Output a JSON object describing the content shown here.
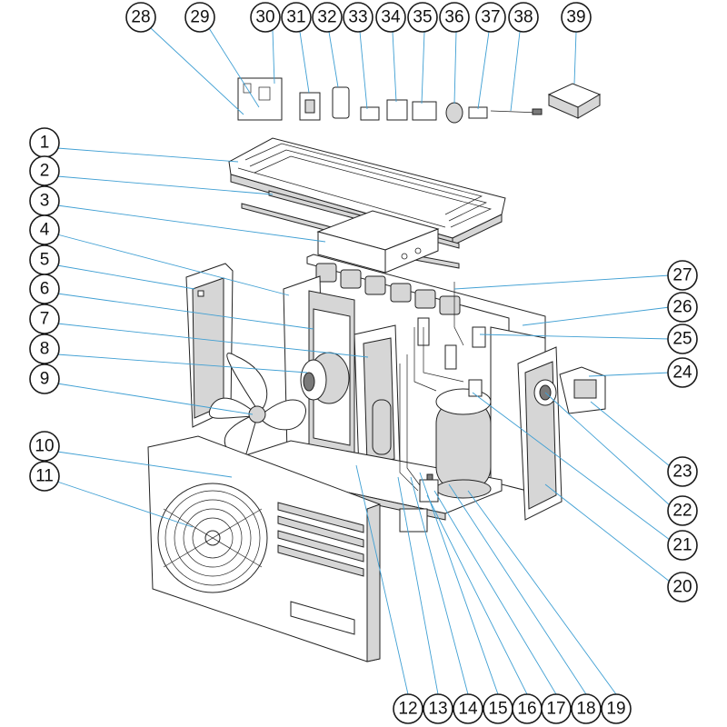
{
  "diagram": {
    "callouts": [
      {
        "id": "c1",
        "label": "1"
      },
      {
        "id": "c2",
        "label": "2"
      },
      {
        "id": "c3",
        "label": "3"
      },
      {
        "id": "c4",
        "label": "4"
      },
      {
        "id": "c5",
        "label": "5"
      },
      {
        "id": "c6",
        "label": "6"
      },
      {
        "id": "c7",
        "label": "7"
      },
      {
        "id": "c8",
        "label": "8"
      },
      {
        "id": "c9",
        "label": "9"
      },
      {
        "id": "c10",
        "label": "10"
      },
      {
        "id": "c11",
        "label": "11"
      },
      {
        "id": "c12",
        "label": "12"
      },
      {
        "id": "c13",
        "label": "13"
      },
      {
        "id": "c14",
        "label": "14"
      },
      {
        "id": "c15",
        "label": "15"
      },
      {
        "id": "c16",
        "label": "16"
      },
      {
        "id": "c17",
        "label": "17"
      },
      {
        "id": "c18",
        "label": "18"
      },
      {
        "id": "c19",
        "label": "19"
      },
      {
        "id": "c20",
        "label": "20"
      },
      {
        "id": "c21",
        "label": "21"
      },
      {
        "id": "c22",
        "label": "22"
      },
      {
        "id": "c23",
        "label": "23"
      },
      {
        "id": "c24",
        "label": "24"
      },
      {
        "id": "c25",
        "label": "25"
      },
      {
        "id": "c26",
        "label": "26"
      },
      {
        "id": "c27",
        "label": "27"
      },
      {
        "id": "c28",
        "label": "28"
      },
      {
        "id": "c29",
        "label": "29"
      },
      {
        "id": "c30",
        "label": "30"
      },
      {
        "id": "c31",
        "label": "31"
      },
      {
        "id": "c32",
        "label": "32"
      },
      {
        "id": "c33",
        "label": "33"
      },
      {
        "id": "c34",
        "label": "34"
      },
      {
        "id": "c35",
        "label": "35"
      },
      {
        "id": "c36",
        "label": "36"
      },
      {
        "id": "c37",
        "label": "37"
      },
      {
        "id": "c38",
        "label": "38"
      },
      {
        "id": "c39",
        "label": "39"
      }
    ],
    "colors": {
      "leader": "#3f9fd3",
      "outline": "#222222",
      "shade": "#d6d6d6",
      "dark": "#7a7a7a"
    }
  }
}
